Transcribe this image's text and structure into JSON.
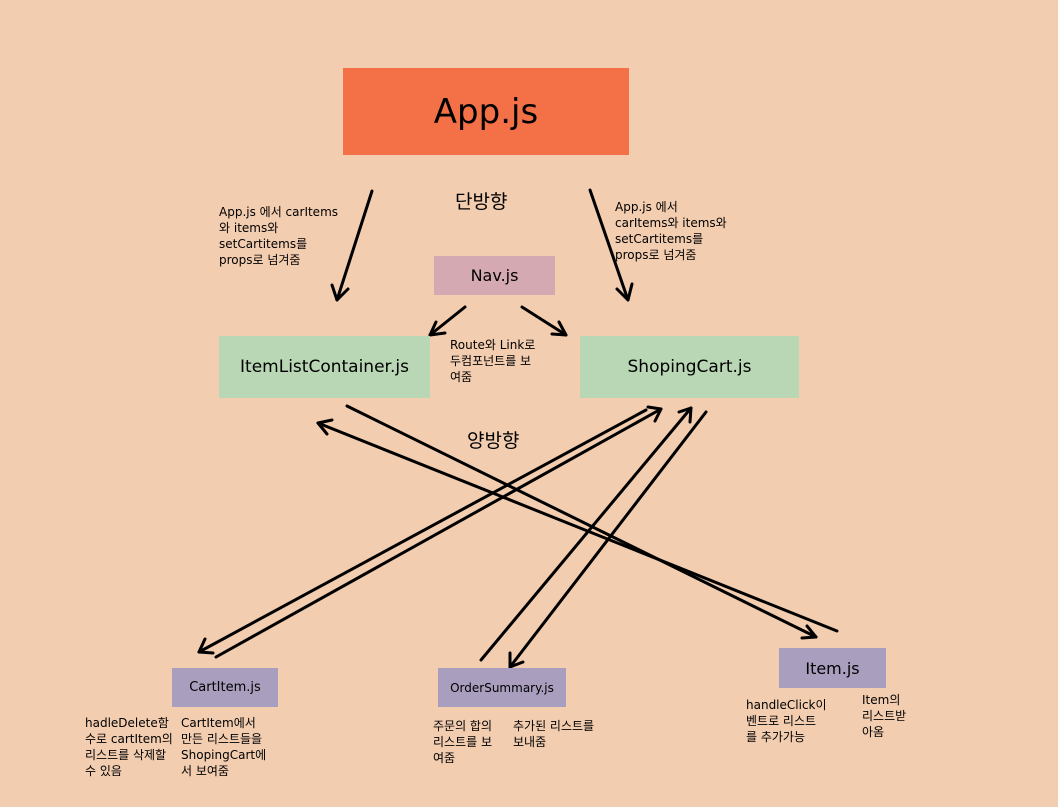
{
  "colors": {
    "background": "#f2cdb0",
    "app_box": "#f47046",
    "nav_box": "#d5a9b1",
    "green_box": "#b9d7b5",
    "purple_box": "#a99ebd",
    "line": "#000000"
  },
  "nodes": {
    "app": "App.js",
    "nav": "Nav.js",
    "item_list_container": "ItemListContainer.js",
    "shoping_cart": "ShopingCart.js",
    "cart_item": "CartItem.js",
    "order_summary": "OrderSummary.js",
    "item": "Item.js"
  },
  "labels": {
    "one_way": "단방향",
    "two_way": "양방향"
  },
  "notes": {
    "app_to_list": "App.js 에서  carItems\n와 items와\nsetCartitems를\nprops로 넘겨줌",
    "app_to_cart": "App.js 에서\ncarItems와 items와\nsetCartitems를\nprops로 넘겨줌",
    "nav_route": "Route와 Link로\n두컴포넌트를 보\n여줌",
    "cart_item_delete": "hadleDelete함\n수로 cartItem의\n리스트를 삭제할\n수 있음",
    "cart_item_show": "CartItem에서\n만든 리스트들을\nShopingCart에\n서 보여줌",
    "order_sum": "주문의 합의\n리스트를 보\n여줌",
    "order_list": "추가된 리스트를\n보내줌",
    "item_click": "handleClick이\n벤트로 리스트\n를 추가가능",
    "item_receive": "Item의\n리스트받\n아옴"
  }
}
